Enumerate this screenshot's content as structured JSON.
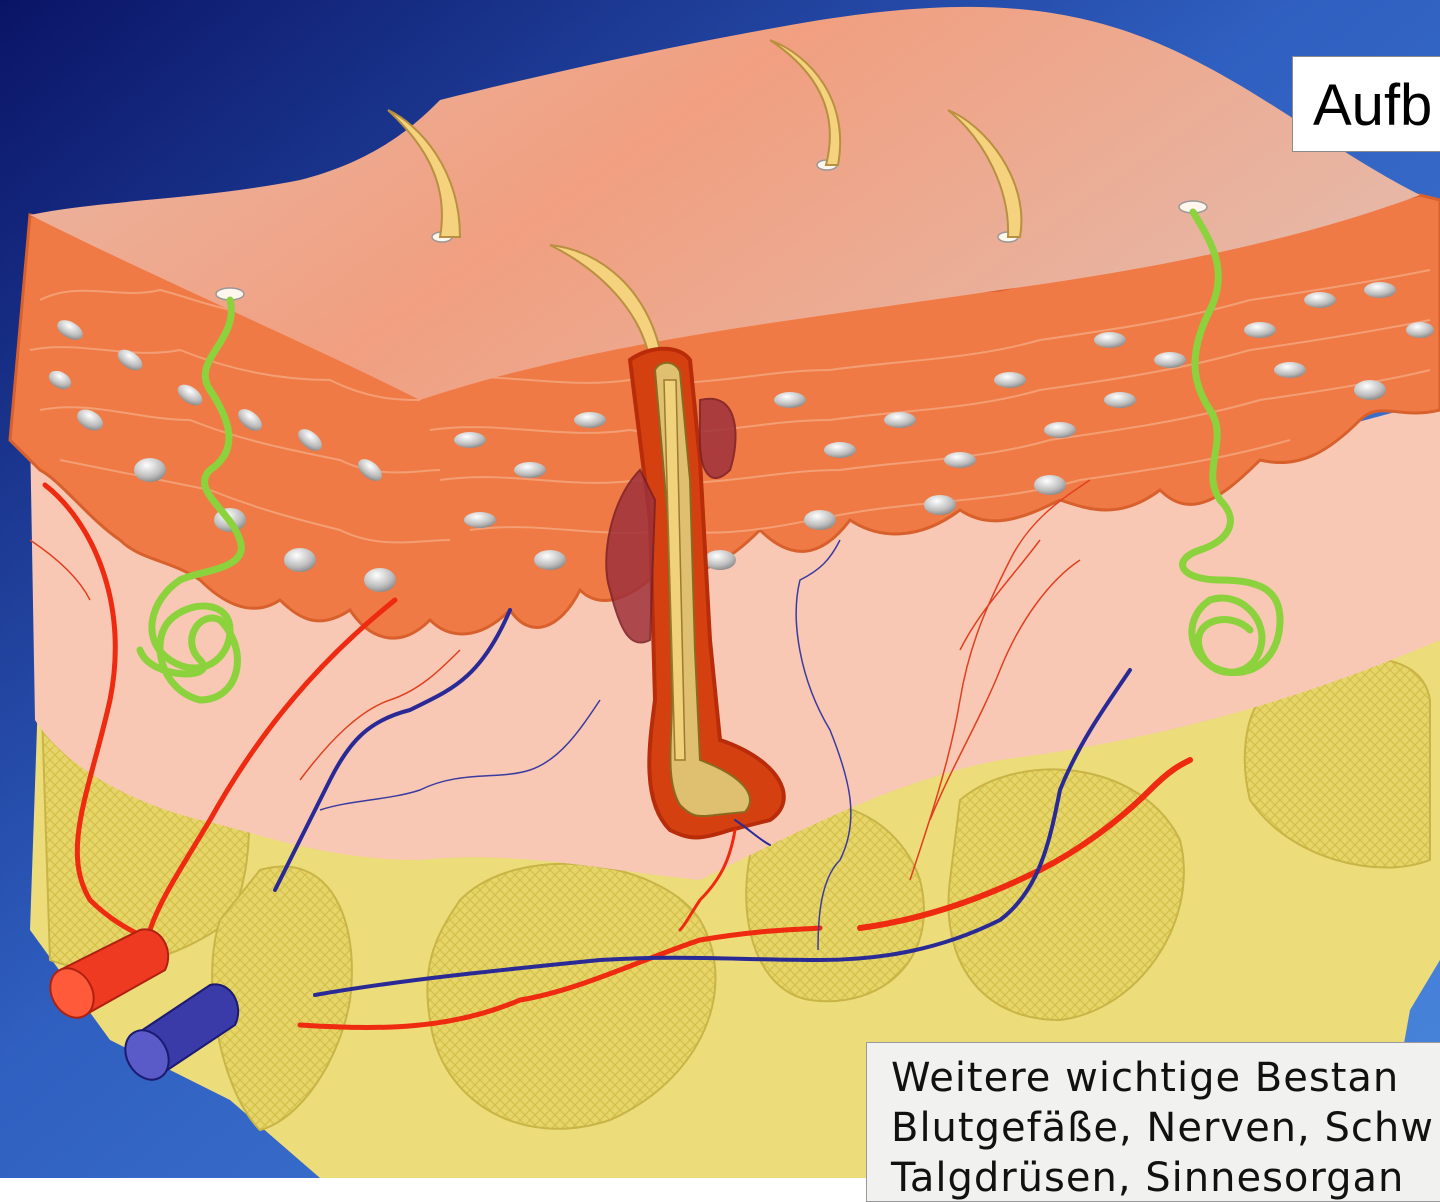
{
  "title": "Aufb",
  "note": {
    "line1": "Weitere wichtige Bestan",
    "line2": "Blutgefäße, Nerven, Schw",
    "line3": "Talgdrüsen, Sinnesorgan"
  },
  "colors": {
    "background_dark": "#0a1466",
    "background_light": "#4a86dc",
    "epidermis": "#f07a45",
    "dermis": "#f8c8b4",
    "subcutis": "#ecdc7a",
    "surface": "#e8b4a0",
    "artery": "#ee2a10",
    "vein": "#2a2a96",
    "sweat_gland": "#8cd23c",
    "hair": "#f0d27a",
    "follicle": "#b42a1a",
    "sebaceous_gland": "#a0323c"
  },
  "icons": [
    "hair-icon",
    "sweat-gland-icon",
    "artery-icon",
    "vein-icon",
    "hair-follicle-icon",
    "sebaceous-gland-icon"
  ]
}
